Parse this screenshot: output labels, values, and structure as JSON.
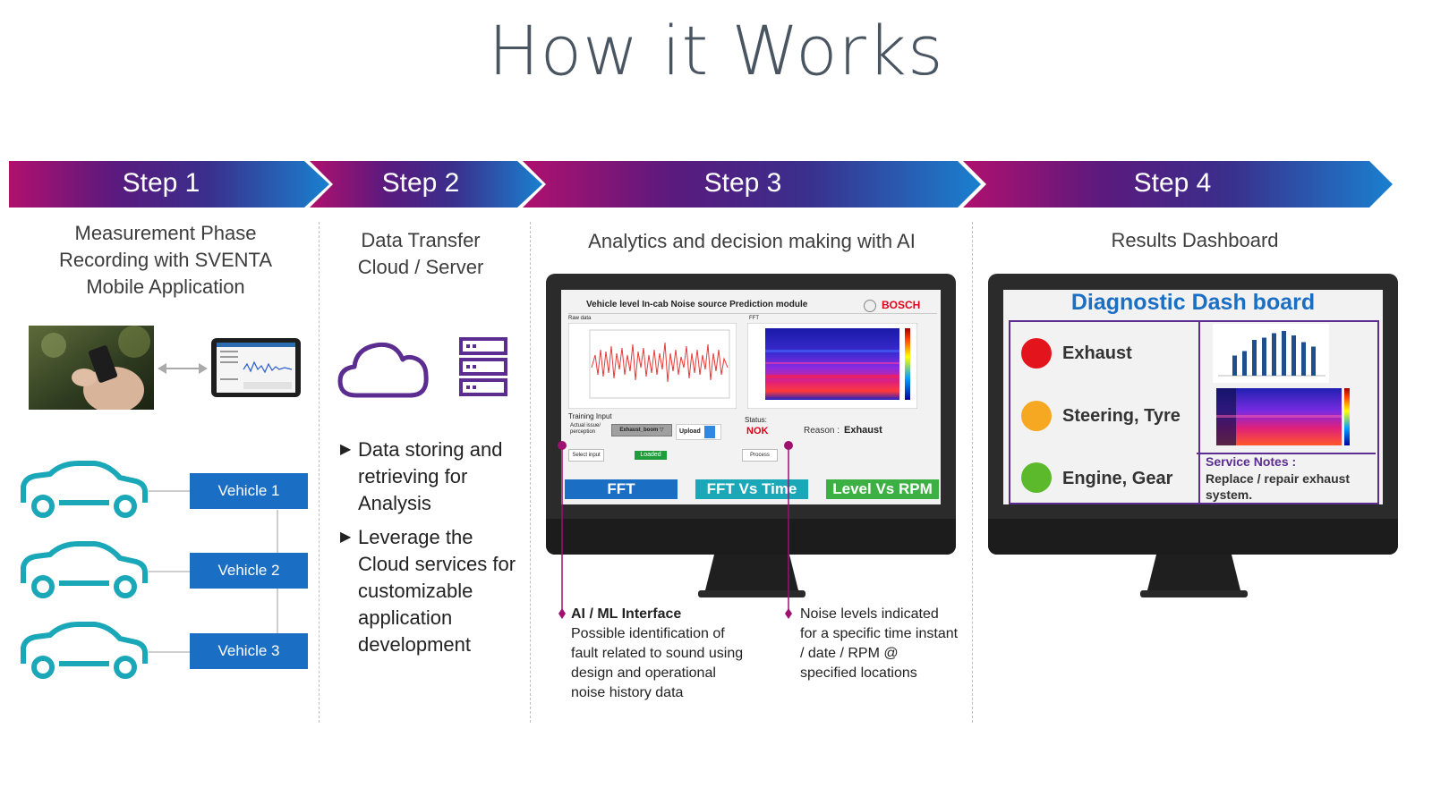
{
  "title": "How it Works",
  "steps": [
    {
      "label": "Step 1",
      "description": [
        "Measurement Phase",
        "Recording with SVENTA",
        "Mobile Application"
      ]
    },
    {
      "label": "Step 2",
      "description": [
        "Data Transfer",
        "Cloud / Server"
      ]
    },
    {
      "label": "Step 3",
      "description": [
        "Analytics and decision making with AI"
      ]
    },
    {
      "label": "Step 4",
      "description": [
        "Results Dashboard"
      ]
    }
  ],
  "vehicles": [
    "Vehicle 1",
    "Vehicle 2",
    "Vehicle 3"
  ],
  "step2_bullets": [
    "Data storing and retrieving for Analysis",
    "Leverage the Cloud services for customizable application development"
  ],
  "analytics_screen": {
    "header": "Vehicle level In-cab Noise source Prediction module",
    "brand": "BOSCH",
    "raw_label": "Raw data",
    "fft_label": "FFT",
    "training_label": "Training Input",
    "actual_label": "Actual issue/ perception",
    "dropdown": "Exhaust_boom",
    "upload": "Upload",
    "status_label": "Status:",
    "status_value": "NOK",
    "reason_label": "Reason :",
    "reason_value": "Exhaust",
    "select_input": "Select input",
    "loaded": "Loaded",
    "process": "Process",
    "tabs": [
      "FFT",
      "FFT Vs Time",
      "Level Vs RPM"
    ]
  },
  "annotations": {
    "left_title": "AI / ML Interface",
    "left_text": [
      "Possible identification of",
      "fault related to sound using",
      "design and operational",
      "noise history data"
    ],
    "right_text": [
      "Noise levels indicated",
      "for a specific time instant",
      "/ date / RPM @",
      "specified locations"
    ]
  },
  "dashboard": {
    "title": "Diagnostic Dash board",
    "items": [
      {
        "label": "Exhaust",
        "color": "#e3141c"
      },
      {
        "label": "Steering, Tyre",
        "color": "#f7a823"
      },
      {
        "label": "Engine, Gear",
        "color": "#5db92c"
      }
    ],
    "notes_title": "Service Notes :",
    "notes_text": [
      "Replace / repair exhaust",
      "system."
    ],
    "bar_levels": [
      0.45,
      0.55,
      0.8,
      0.85,
      0.95,
      1.0,
      0.9,
      0.75,
      0.65
    ]
  },
  "colors": {
    "accent_blue": "#1a6fc4",
    "purple": "#5c2d91",
    "teal": "#1aa7b8"
  }
}
